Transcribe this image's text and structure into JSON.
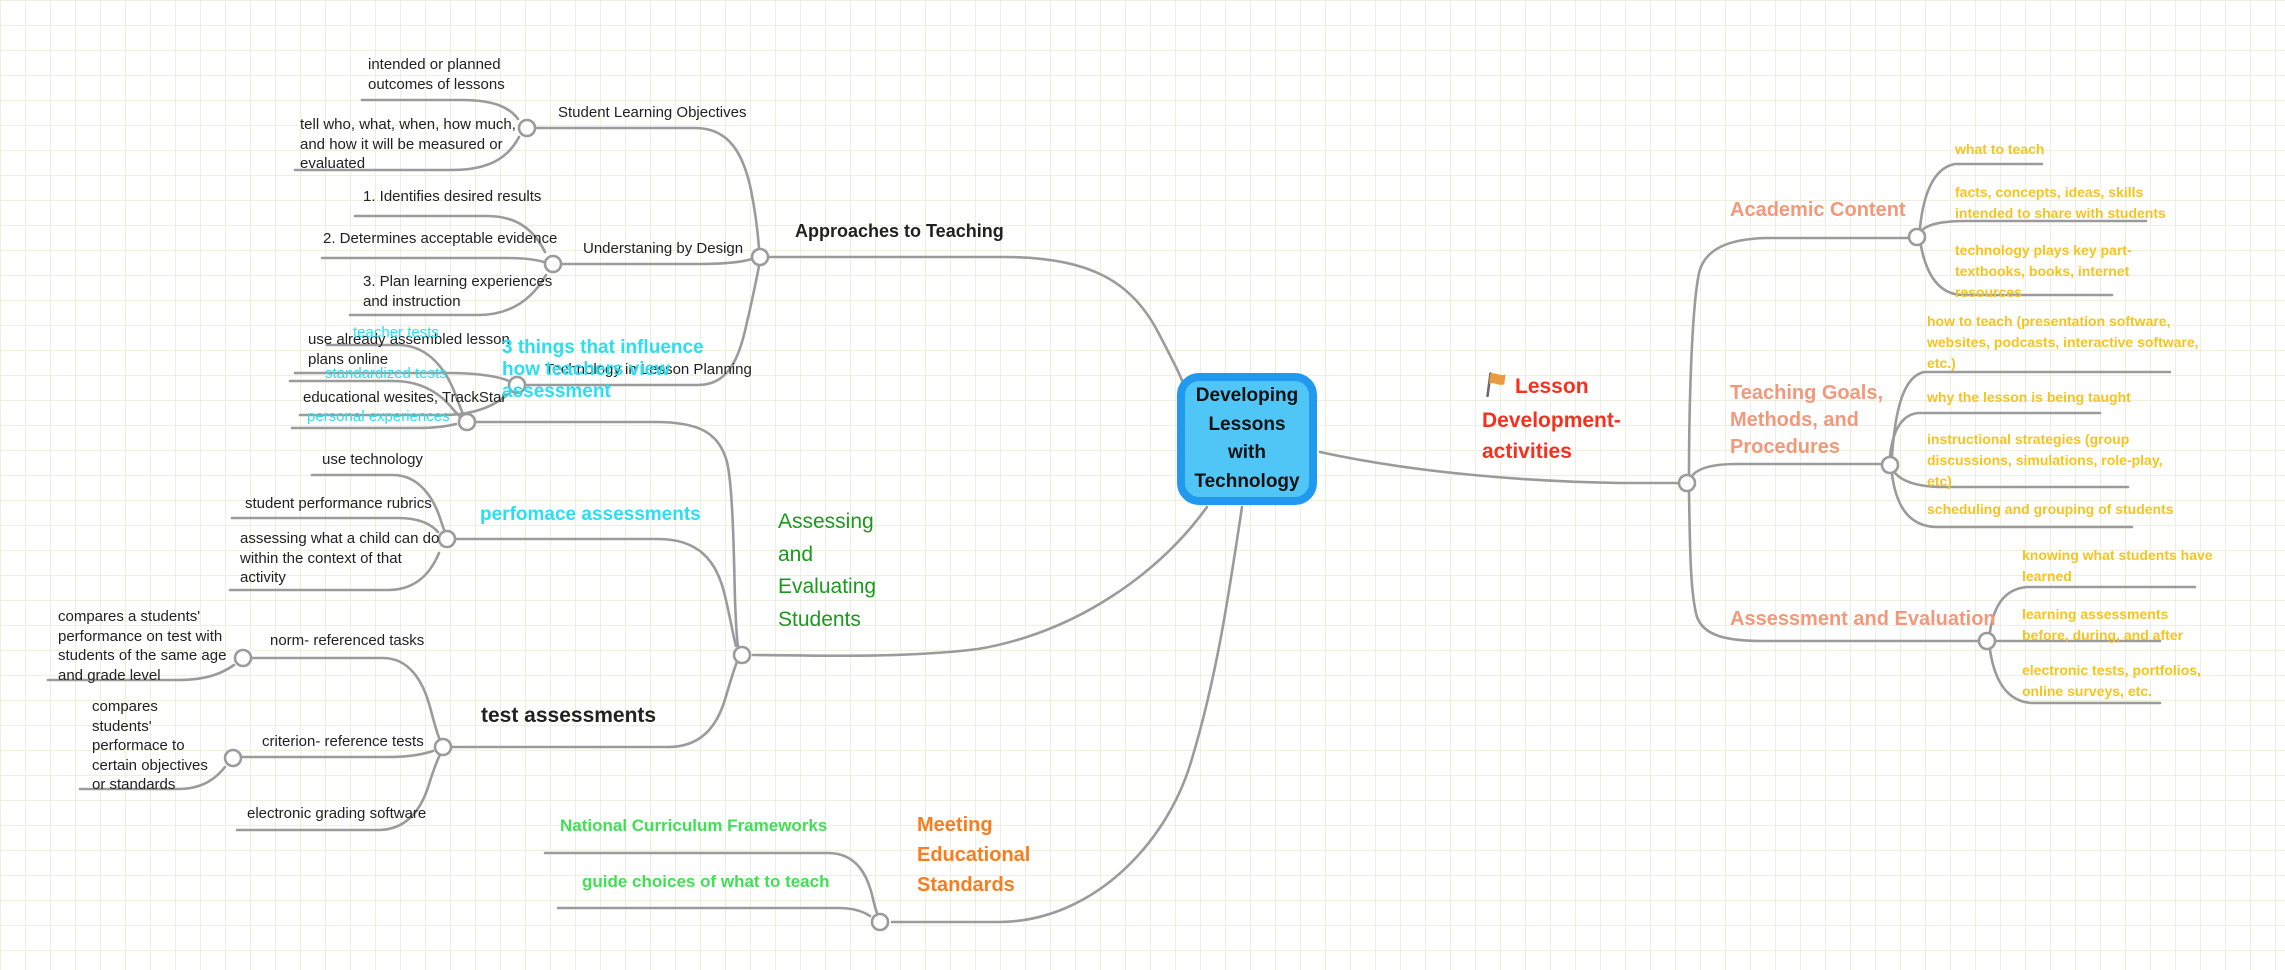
{
  "central": {
    "label": "Developing\nLessons\nwith\nTechnology"
  },
  "colors": {
    "central_fill": "#4fc6f6",
    "central_border": "#2199ef",
    "connector_gray": "#9b9b9b",
    "cyan": "#2bdef0",
    "dark_green": "#1b991f",
    "bright_green": "#41e054",
    "orange": "#f87d1e",
    "red": "#f5301f",
    "salmon": "#f1997a",
    "yellow": "#f5c41f",
    "black_text": "#212121",
    "grid_line": "#edf0df",
    "flag": "#eb9b3f"
  },
  "nodes": {
    "approaches": {
      "label": "Approaches to Teaching"
    },
    "slo": {
      "label": "Student Learning Objectives"
    },
    "slo_outcomes": {
      "label": "intended or planned\noutcomes of lessons"
    },
    "slo_tell": {
      "label": "tell who, what, when, how much,\nand how it will be measured or\nevaluated"
    },
    "ubd": {
      "label": "Understaning by Design"
    },
    "ubd_1": {
      "label": "1. Identifies desired results"
    },
    "ubd_2": {
      "label": "2. Determines acceptable evidence"
    },
    "ubd_3": {
      "label": "3. Plan learning experiences\nand instruction"
    },
    "tech_planning": {
      "label": "Technology in Lesson Planning"
    },
    "tech_lessons": {
      "label": "use already assembled lesson\nplans online"
    },
    "tech_websites": {
      "label": "educational wesites, TrackStar"
    },
    "three_things": {
      "label": "3 things that influence\nhow teachers view\nassessment"
    },
    "teacher_tests": {
      "label": "teacher tests"
    },
    "standardized_tests": {
      "label": "standardized tests"
    },
    "personal_experiences": {
      "label": "personal experiences"
    },
    "assessing": {
      "label": "Assessing\nand\nEvaluating\nStudents"
    },
    "performance": {
      "label": "perfomace assessments"
    },
    "perf_use_tech": {
      "label": "use technology"
    },
    "perf_rubrics": {
      "label": "student performance rubrics"
    },
    "perf_context": {
      "label": "assessing what a child can do\nwithin the context of that\nactivity"
    },
    "test_assess": {
      "label": "test assessments"
    },
    "norm_tasks": {
      "label": "norm- referenced tasks"
    },
    "norm_compare": {
      "label": "compares a students'\nperformance on test with\nstudents of the same age\nand grade level"
    },
    "criterion_tests": {
      "label": "criterion- reference tests"
    },
    "criterion_compare": {
      "label": "compares\nstudents'\nperformace to\ncertain objectives\nor standards"
    },
    "grading_software": {
      "label": "electronic grading software"
    },
    "meeting": {
      "label": "Meeting\nEducational\nStandards"
    },
    "ncf": {
      "label": "National Curriculum Frameworks"
    },
    "guide_choices": {
      "label": "guide choices of what to teach"
    },
    "lesson_dev": {
      "label": "Lesson\nDevelopment-\nactivities"
    },
    "academic": {
      "label": "Academic Content"
    },
    "ac_what": {
      "label": "what to teach"
    },
    "ac_facts": {
      "label": "facts, concepts, ideas, skills\nintended to share with students"
    },
    "ac_tech": {
      "label": "technology plays key part-\ntextbooks, books, internet\nresources"
    },
    "goals": {
      "label": "Teaching Goals,\nMethods, and\nProcedures"
    },
    "g_how": {
      "label": "how to teach (presentation software,\nwebsites, podcasts, interactive software,\netc.)"
    },
    "g_why": {
      "label": "why the lesson is being taught"
    },
    "g_strategies": {
      "label": "instructional strategies (group\ndiscussions, simulations, role-play,\netc)"
    },
    "g_scheduling": {
      "label": "scheduling and grouping of students"
    },
    "evaluation": {
      "label": "Assessment and Evaluation"
    },
    "ev_knowing": {
      "label": "knowing what students have\nlearned"
    },
    "ev_learning": {
      "label": "learning assessments\nbefore, during, and after"
    },
    "ev_electronic": {
      "label": "electronic tests, portfolios,\nonline surveys, etc."
    }
  }
}
